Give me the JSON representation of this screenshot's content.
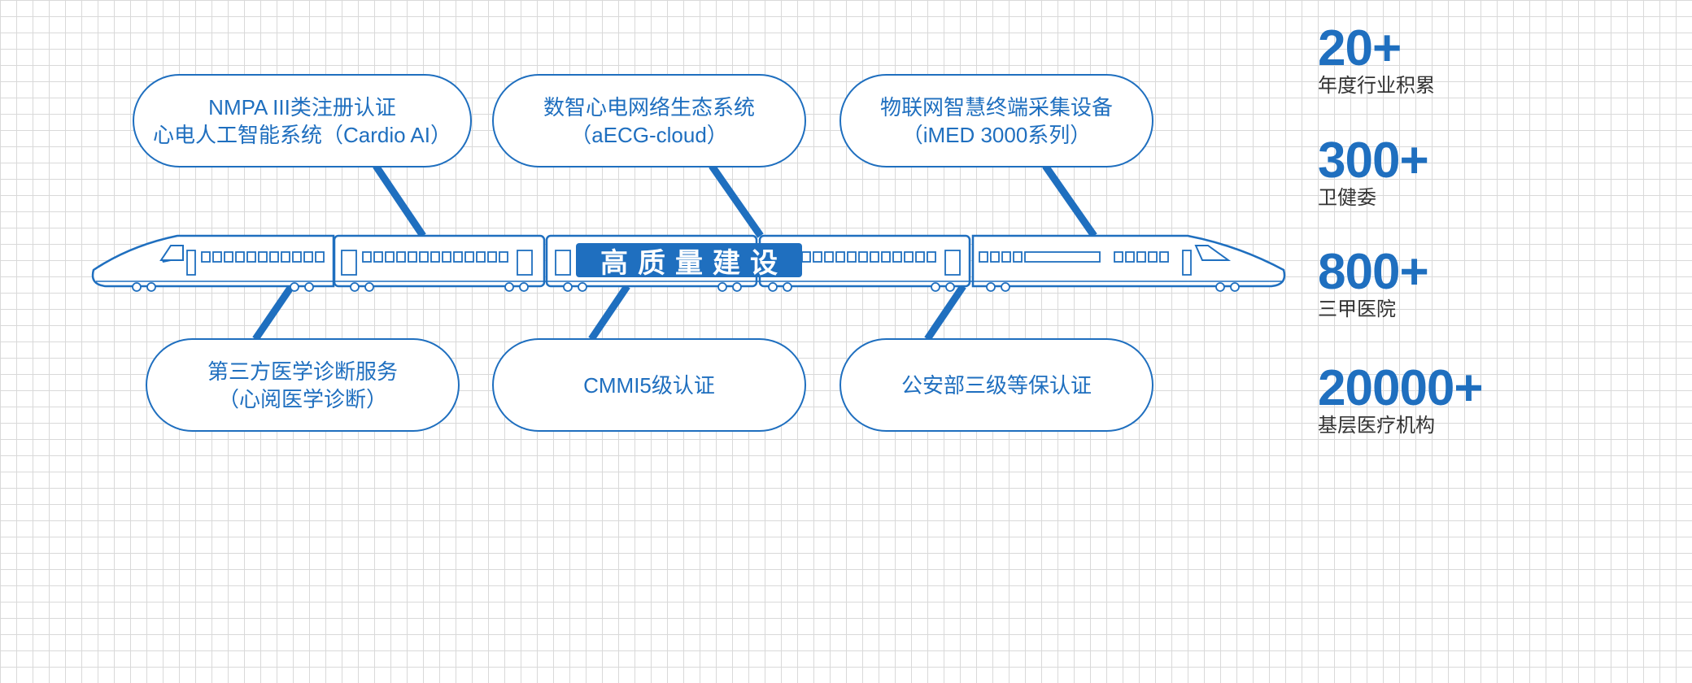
{
  "colors": {
    "accent": "#1f6fbf",
    "grid": "#d9d9d9",
    "text_dark": "#333333"
  },
  "train": {
    "banner_text": "高质量建设"
  },
  "bubbles_top": [
    {
      "lines": [
        "NMPA III类注册认证",
        "心电人工智能系统（Cardio AI）"
      ]
    },
    {
      "lines": [
        "数智心电网络生态系统",
        "（aECG-cloud）"
      ]
    },
    {
      "lines": [
        "物联网智慧终端采集设备",
        "（iMED 3000系列）"
      ]
    }
  ],
  "bubbles_bottom": [
    {
      "lines": [
        "第三方医学诊断服务",
        "（心阅医学诊断）"
      ]
    },
    {
      "lines": [
        "CMMI5级认证"
      ]
    },
    {
      "lines": [
        "公安部三级等保认证"
      ]
    }
  ],
  "stats": [
    {
      "value": "20+",
      "label": "年度行业积累"
    },
    {
      "value": "300+",
      "label": "卫健委"
    },
    {
      "value": "800+",
      "label": "三甲医院"
    },
    {
      "value": "20000+",
      "label": "基层医疗机构"
    }
  ]
}
